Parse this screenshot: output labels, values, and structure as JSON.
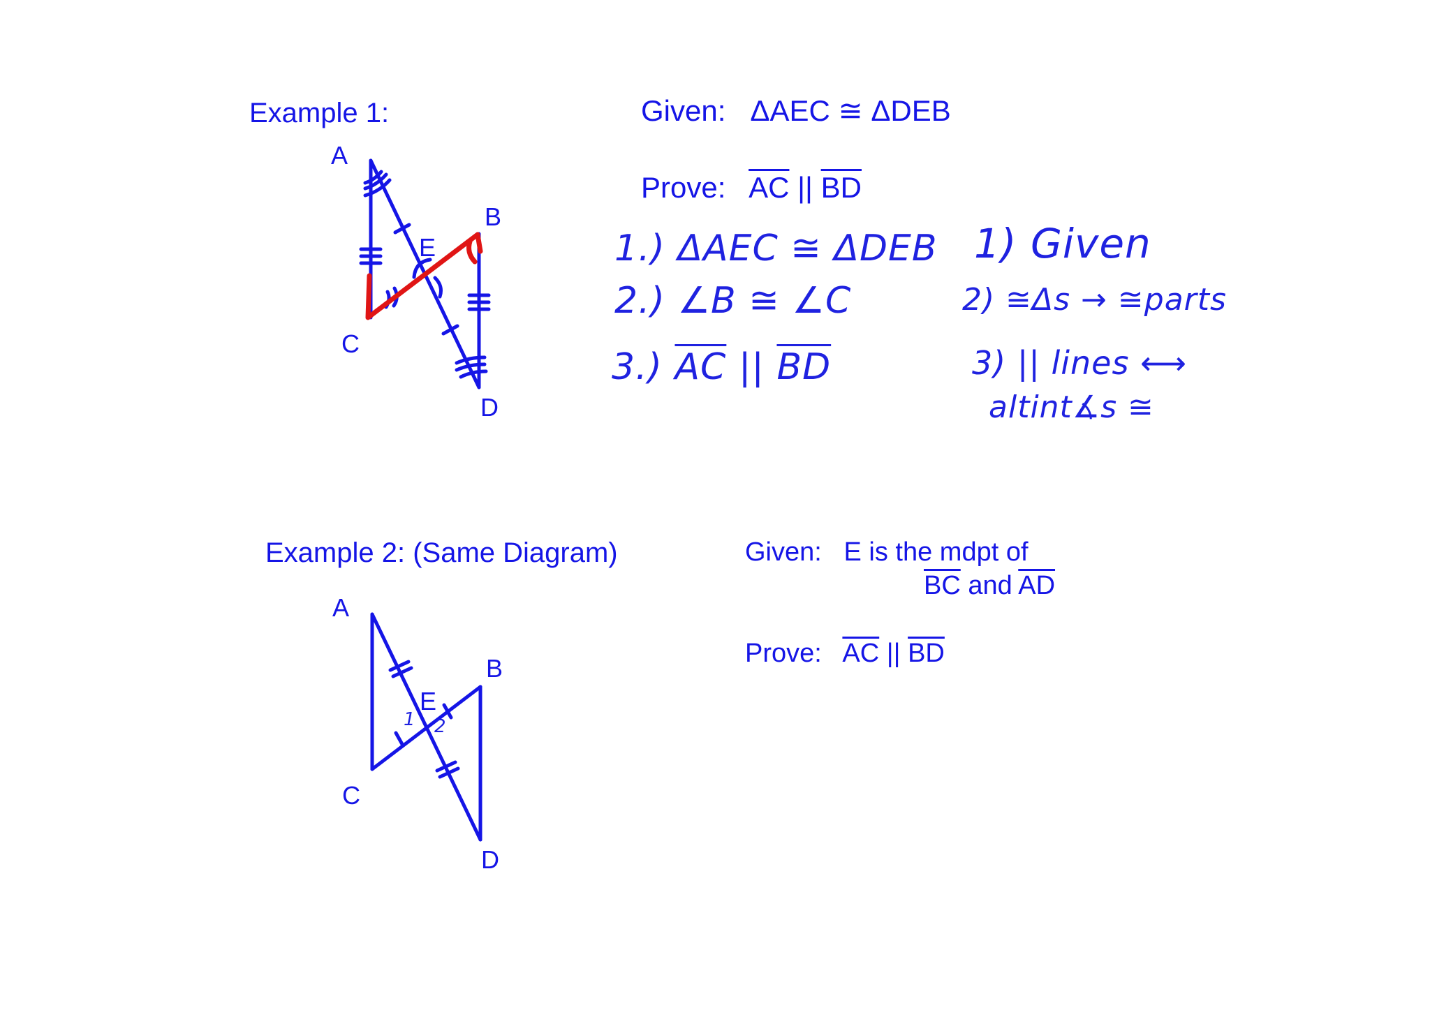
{
  "example1": {
    "title": "Example 1:",
    "given_label": "Given:",
    "given_statement": "ΔAEC ≅ ΔDEB",
    "prove_label": "Prove:",
    "prove_seg1": "AC",
    "prove_parallel": "||",
    "prove_seg2": "BD",
    "vertices": {
      "A": "A",
      "B": "B",
      "C": "C",
      "D": "D",
      "E": "E"
    },
    "statements": [
      {
        "num": "1.)",
        "text": "ΔAEC ≅ ΔDEB"
      },
      {
        "num": "2.)",
        "text": "∠B ≅ ∠C"
      },
      {
        "num": "3.)",
        "seg1": "AC",
        "par": "||",
        "seg2": "BD"
      }
    ],
    "reasons": [
      {
        "num": "1)",
        "text": "Given"
      },
      {
        "num": "2)",
        "text": "≅Δs → ≅parts"
      },
      {
        "num": "3)",
        "text": "|| lines ⟷",
        "text2": "altint∡s ≅"
      }
    ]
  },
  "example2": {
    "title": "Example 2:  (Same Diagram)",
    "given_label": "Given:",
    "given_line1": "E is the mdpt of",
    "given_seg1": "BC",
    "given_and": "and",
    "given_seg2": "AD",
    "prove_label": "Prove:",
    "prove_seg1": "AC",
    "prove_parallel": "||",
    "prove_seg2": "BD",
    "vertices": {
      "A": "A",
      "B": "B",
      "C": "C",
      "D": "D",
      "E": "E"
    },
    "angle_marks": {
      "one": "1",
      "two": "2"
    }
  },
  "colors": {
    "ink": "#1515e6",
    "highlight": "#e01515"
  }
}
